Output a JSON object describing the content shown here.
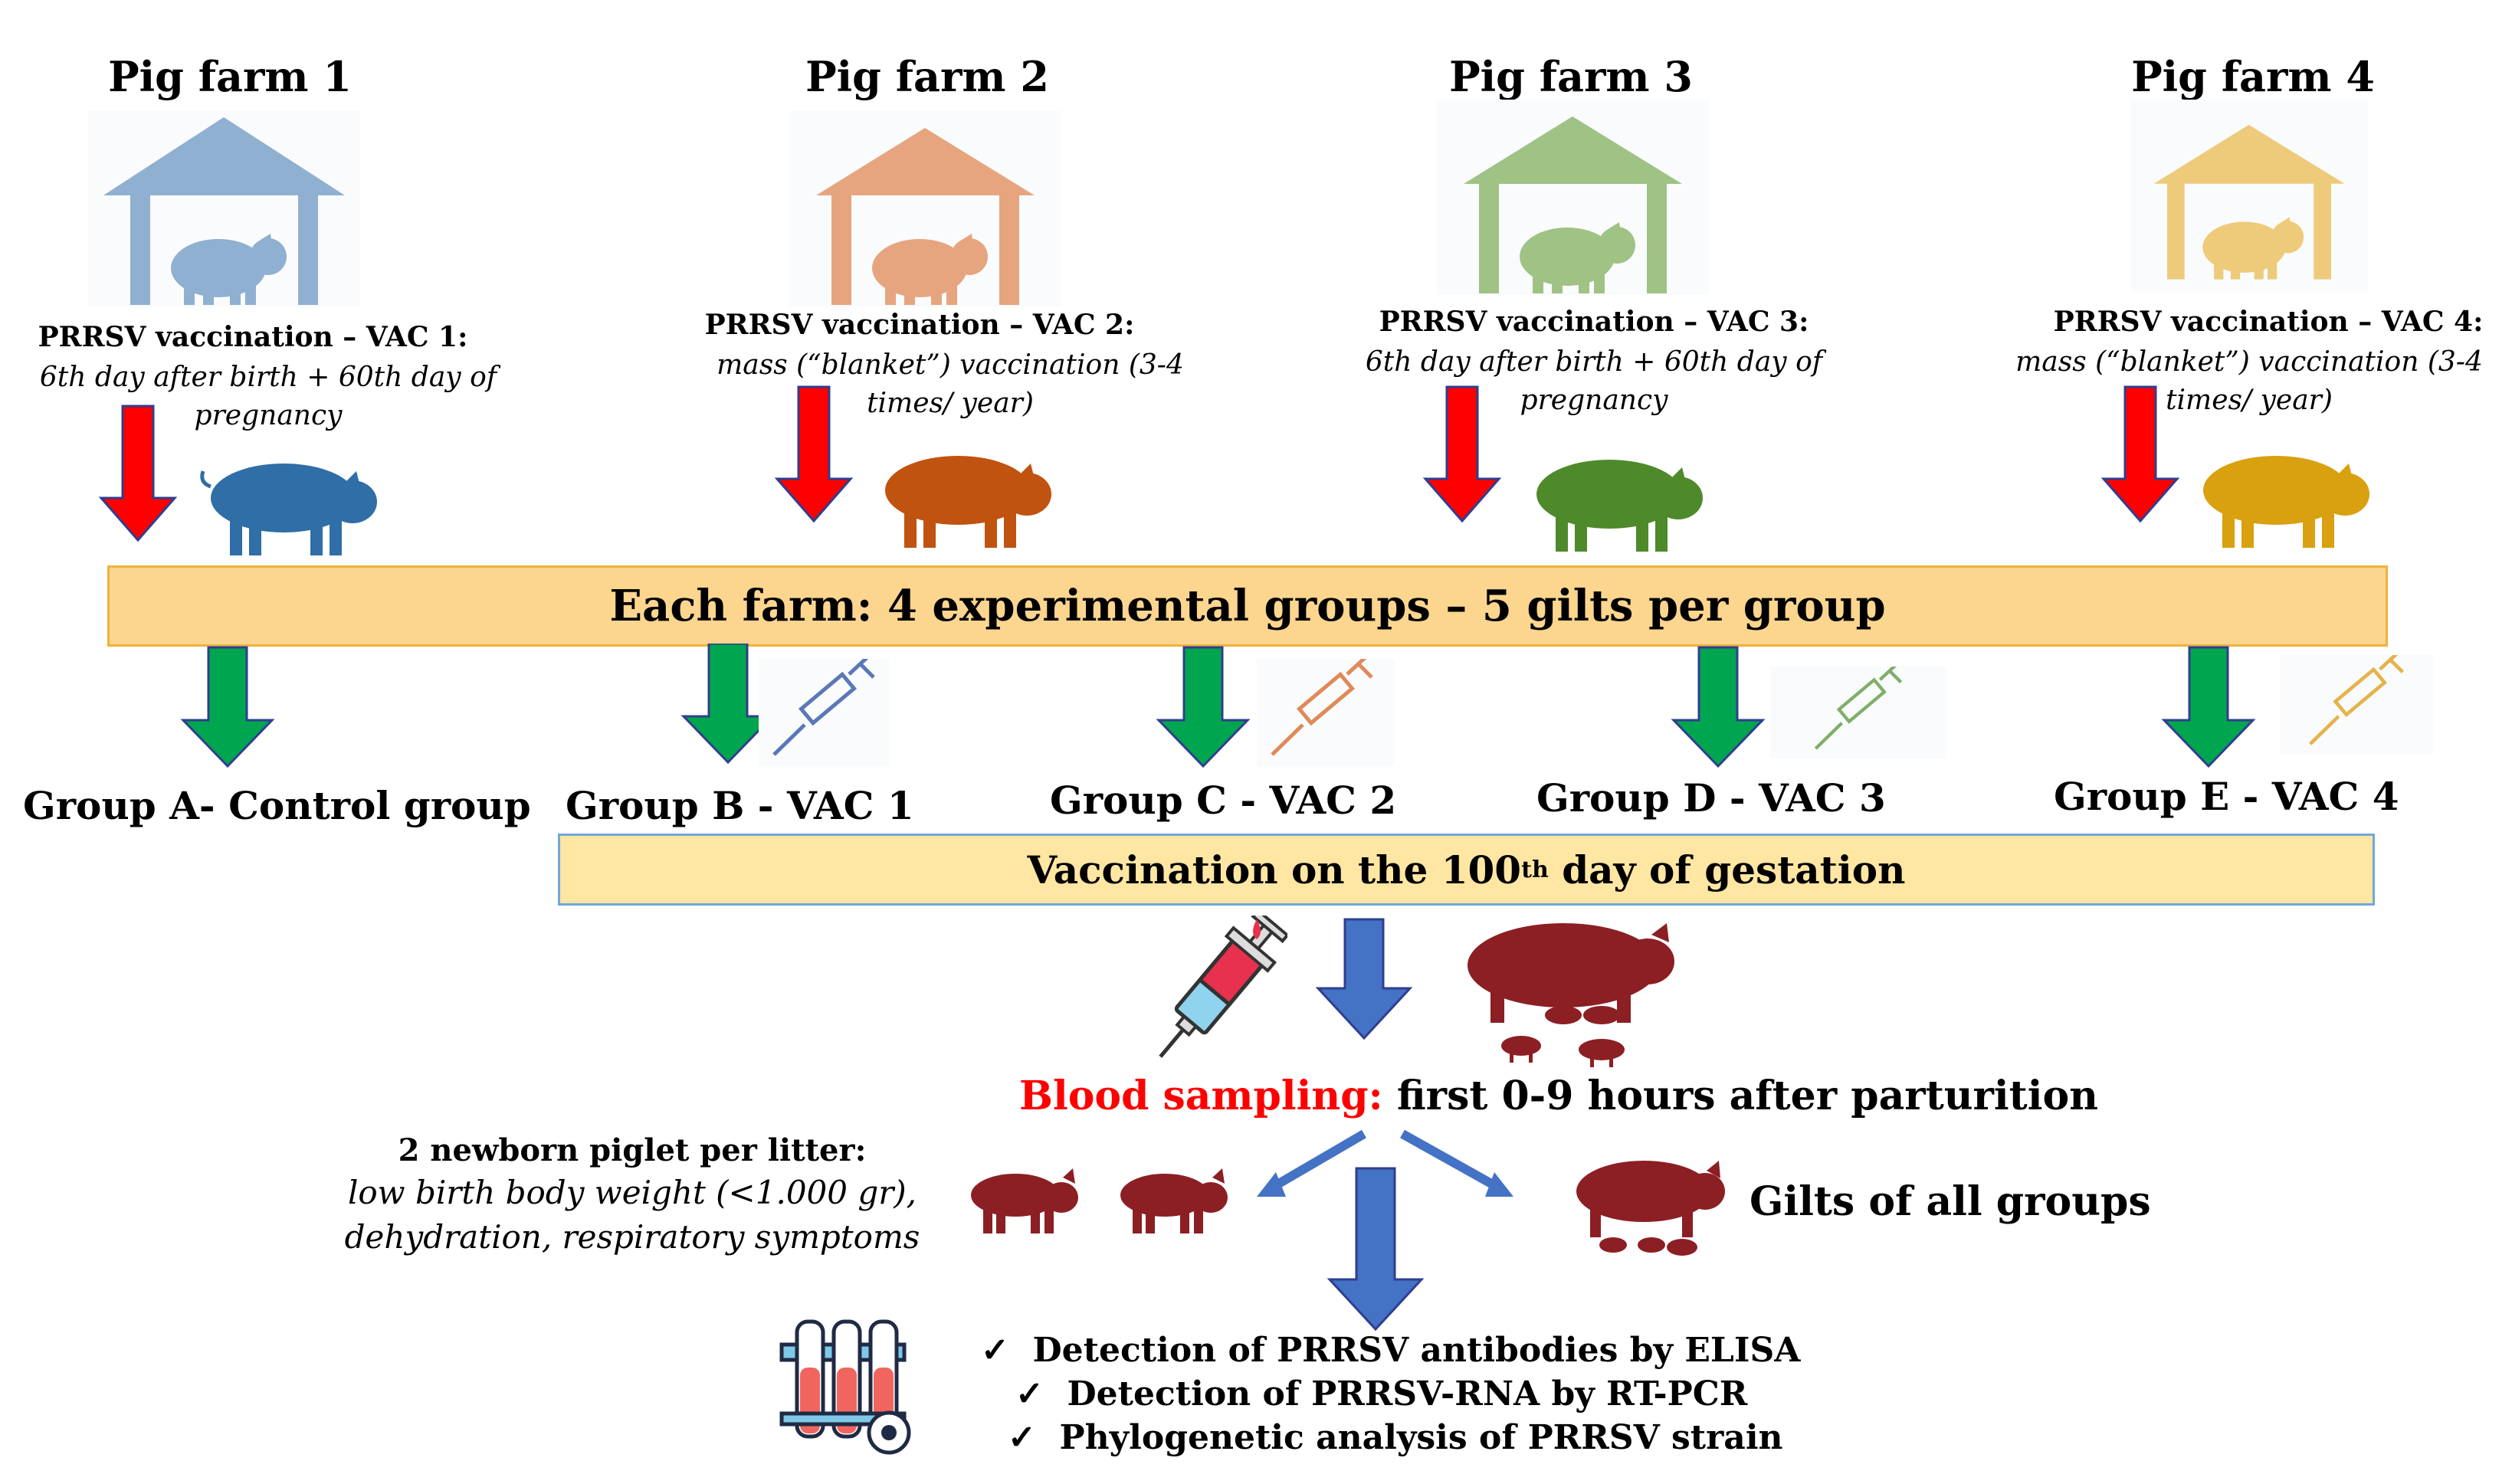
{
  "farms": [
    {
      "title": "Pig farm 1",
      "vac_head": "PRRSV vaccination – VAC 1:",
      "vac_note": "6th day after birth + 60th day of pregnancy",
      "color": "#8fb0d0",
      "pig_color": "#2f6ea6"
    },
    {
      "title": "Pig farm 2",
      "vac_head": "PRRSV vaccination – VAC 2:",
      "vac_note": "mass (“blanket”) vaccination (3-4 times/ year)",
      "color": "#e6a57f",
      "pig_color": "#c0530f"
    },
    {
      "title": "Pig farm 3",
      "vac_head": "PRRSV vaccination – VAC 3:",
      "vac_note": "6th day after birth + 60th day of pregnancy",
      "color": "#9fc285",
      "pig_color": "#4f8a2a"
    },
    {
      "title": "Pig farm 4",
      "vac_head": "PRRSV vaccination – VAC 4:",
      "vac_note": "mass (“blanket”) vaccination (3-4 times/ year)",
      "color": "#eecb7a",
      "pig_color": "#d9a00f"
    }
  ],
  "banner_main": "Each farm: 4 experimental groups – 5 gilts per group",
  "groups": [
    {
      "label": "Group A- Control group"
    },
    {
      "label": "Group B - VAC 1",
      "syringe_color": "#5a78b8"
    },
    {
      "label": "Group C - VAC 2",
      "syringe_color": "#e08a58"
    },
    {
      "label": "Group D - VAC 3",
      "syringe_color": "#7fae6a"
    },
    {
      "label": "Group E - VAC 4",
      "syringe_color": "#e5b34a"
    }
  ],
  "banner_vacc": {
    "before": "Vaccination on the 100",
    "sup": "th",
    "after": " day of gestation"
  },
  "blood": {
    "label": "Blood sampling:",
    "text": " first 0-9 hours after parturition"
  },
  "piglets": {
    "heading": "2 newborn piglet per litter:",
    "line1": "low birth body weight (<1.000 gr),",
    "line2": "dehydration, respiratory symptoms"
  },
  "gilts_label": "Gilts of all groups",
  "detections": [
    "Detection of PRRSV antibodies by ELISA",
    "Detection of PRRSV-RNA by RT-PCR",
    "Phylogenetic analysis of PRRSV strain"
  ],
  "colors": {
    "red_arrow": "#ff0000",
    "green_arrow": "#00a64f",
    "blue_arrow": "#4472c4",
    "dark_pig": "#8b1f24",
    "blood_red": "#ff0000"
  }
}
